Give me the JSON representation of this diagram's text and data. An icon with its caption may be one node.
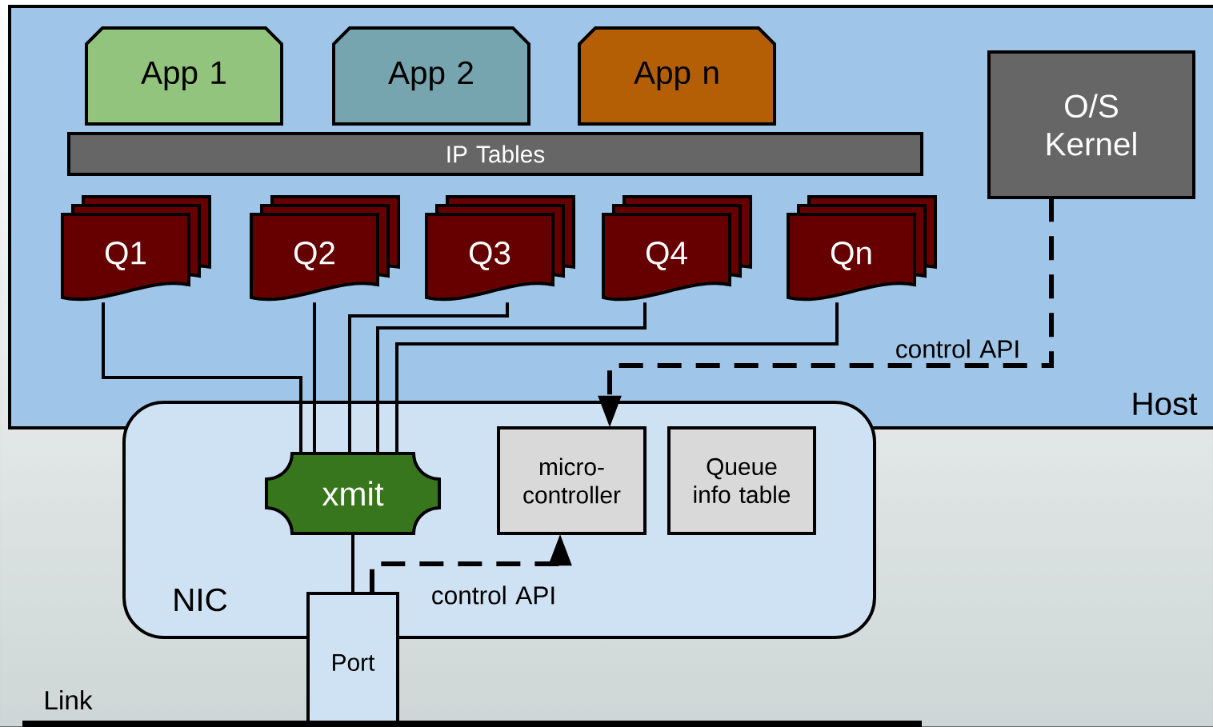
{
  "diagram": {
    "nodes": [
      {
        "text": [
          "Host"
        ]
      },
      {
        "text": [
          "App 1"
        ],
        "in": 0
      },
      {
        "text": [
          "App 2"
        ],
        "in": 0
      },
      {
        "text": [
          "App n"
        ],
        "in": 0
      },
      {
        "text": [
          "IP Tables"
        ],
        "in": 0
      },
      {
        "text": [
          "O/S Kernel"
        ],
        "in": 0
      },
      {
        "text": [
          "Q1"
        ],
        "in": 0
      },
      {
        "text": [
          "Q2"
        ],
        "in": 0
      },
      {
        "text": [
          "Q3"
        ],
        "in": 0
      },
      {
        "text": [
          "Q4"
        ],
        "in": 0
      },
      {
        "text": [
          "Qn"
        ],
        "in": 0
      },
      {
        "text": [
          "NIC"
        ]
      },
      {
        "text": [
          "xmit"
        ],
        "in": 11
      },
      {
        "text": [
          "micro-controller"
        ],
        "in": 11
      },
      {
        "text": [
          "Queue info table"
        ],
        "in": 11
      },
      {
        "text": [
          "Port"
        ]
      }
    ],
    "edges": [
      {
        "from": 6,
        "to": 12,
        "arrow": "none"
      },
      {
        "from": 7,
        "to": 12,
        "arrow": "none"
      },
      {
        "from": 8,
        "to": 12,
        "arrow": "none"
      },
      {
        "from": 9,
        "to": 12,
        "arrow": "none"
      },
      {
        "from": 10,
        "to": 12,
        "arrow": "none"
      },
      {
        "from": 5,
        "to": 13,
        "arrow": "to",
        "label": "control API",
        "style": "dashed"
      },
      {
        "from": 12,
        "to": 15,
        "arrow": "none"
      },
      {
        "from": 15,
        "to": 13,
        "arrow": "to",
        "label": "control API",
        "style": "dashed"
      }
    ],
    "labels": [
      "Link"
    ]
  }
}
